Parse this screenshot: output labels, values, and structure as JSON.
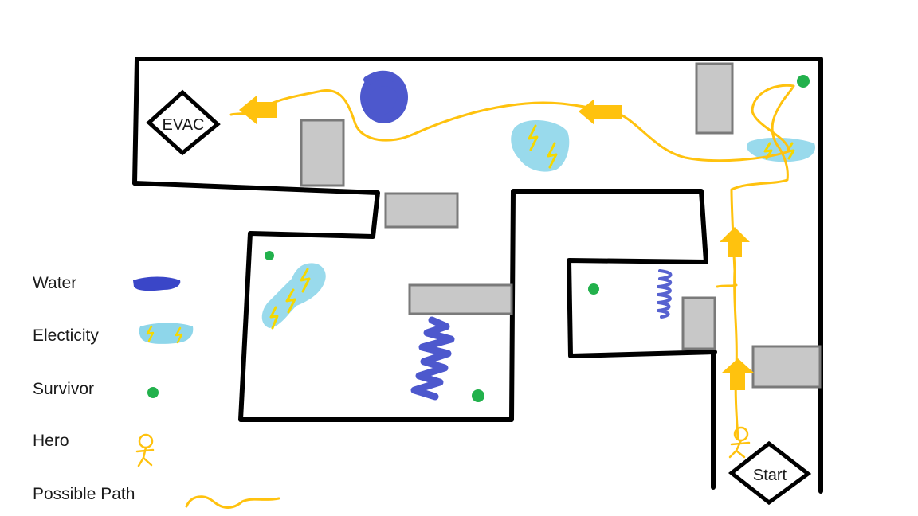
{
  "markers": {
    "evac": "EVAC",
    "start": "Start"
  },
  "legend": {
    "water": "Water",
    "electricity": "Electicity",
    "survivor": "Survivor",
    "hero": "Hero",
    "possible_path": "Possible Path"
  },
  "colors": {
    "wall": "#000000",
    "obstacle_fill": "#c8c8c8",
    "obstacle_stroke": "#7a7a7a",
    "water": "#3a46c8",
    "electricity": "#8ed6ea",
    "lightning": "#f5d800",
    "survivor": "#22b14c",
    "path": "#ffc20e",
    "arrow": "#ffc20e"
  },
  "icons": {
    "water": "water-hazard-icon",
    "electricity": "electricity-hazard-icon",
    "survivor": "survivor-dot-icon",
    "hero": "stick-figure-icon",
    "arrow": "arrow-icon"
  }
}
